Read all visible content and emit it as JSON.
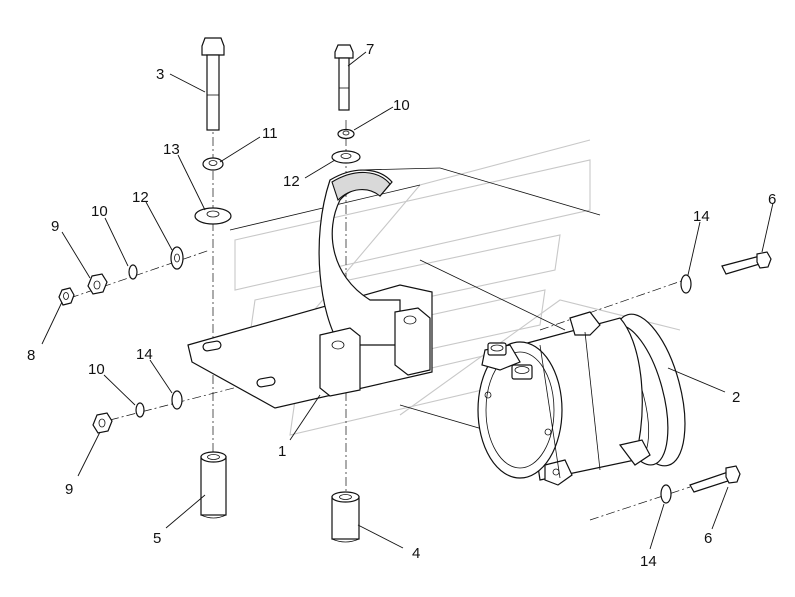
{
  "diagram": {
    "callouts": [
      {
        "id": "c3",
        "text": "3"
      },
      {
        "id": "c7",
        "text": "7"
      },
      {
        "id": "c10a",
        "text": "10"
      },
      {
        "id": "c11",
        "text": "11"
      },
      {
        "id": "c13",
        "text": "13"
      },
      {
        "id": "c12a",
        "text": "12"
      },
      {
        "id": "c10b",
        "text": "10"
      },
      {
        "id": "c12b",
        "text": "12"
      },
      {
        "id": "c9a",
        "text": "9"
      },
      {
        "id": "c8",
        "text": "8"
      },
      {
        "id": "c14a",
        "text": "14"
      },
      {
        "id": "c10c",
        "text": "10"
      },
      {
        "id": "c9b",
        "text": "9"
      },
      {
        "id": "c1",
        "text": "1"
      },
      {
        "id": "c5",
        "text": "5"
      },
      {
        "id": "c4",
        "text": "4"
      },
      {
        "id": "c14b",
        "text": "14"
      },
      {
        "id": "c6a",
        "text": "6"
      },
      {
        "id": "c2",
        "text": "2"
      },
      {
        "id": "c14c",
        "text": "14"
      },
      {
        "id": "c6b",
        "text": "6"
      }
    ]
  }
}
